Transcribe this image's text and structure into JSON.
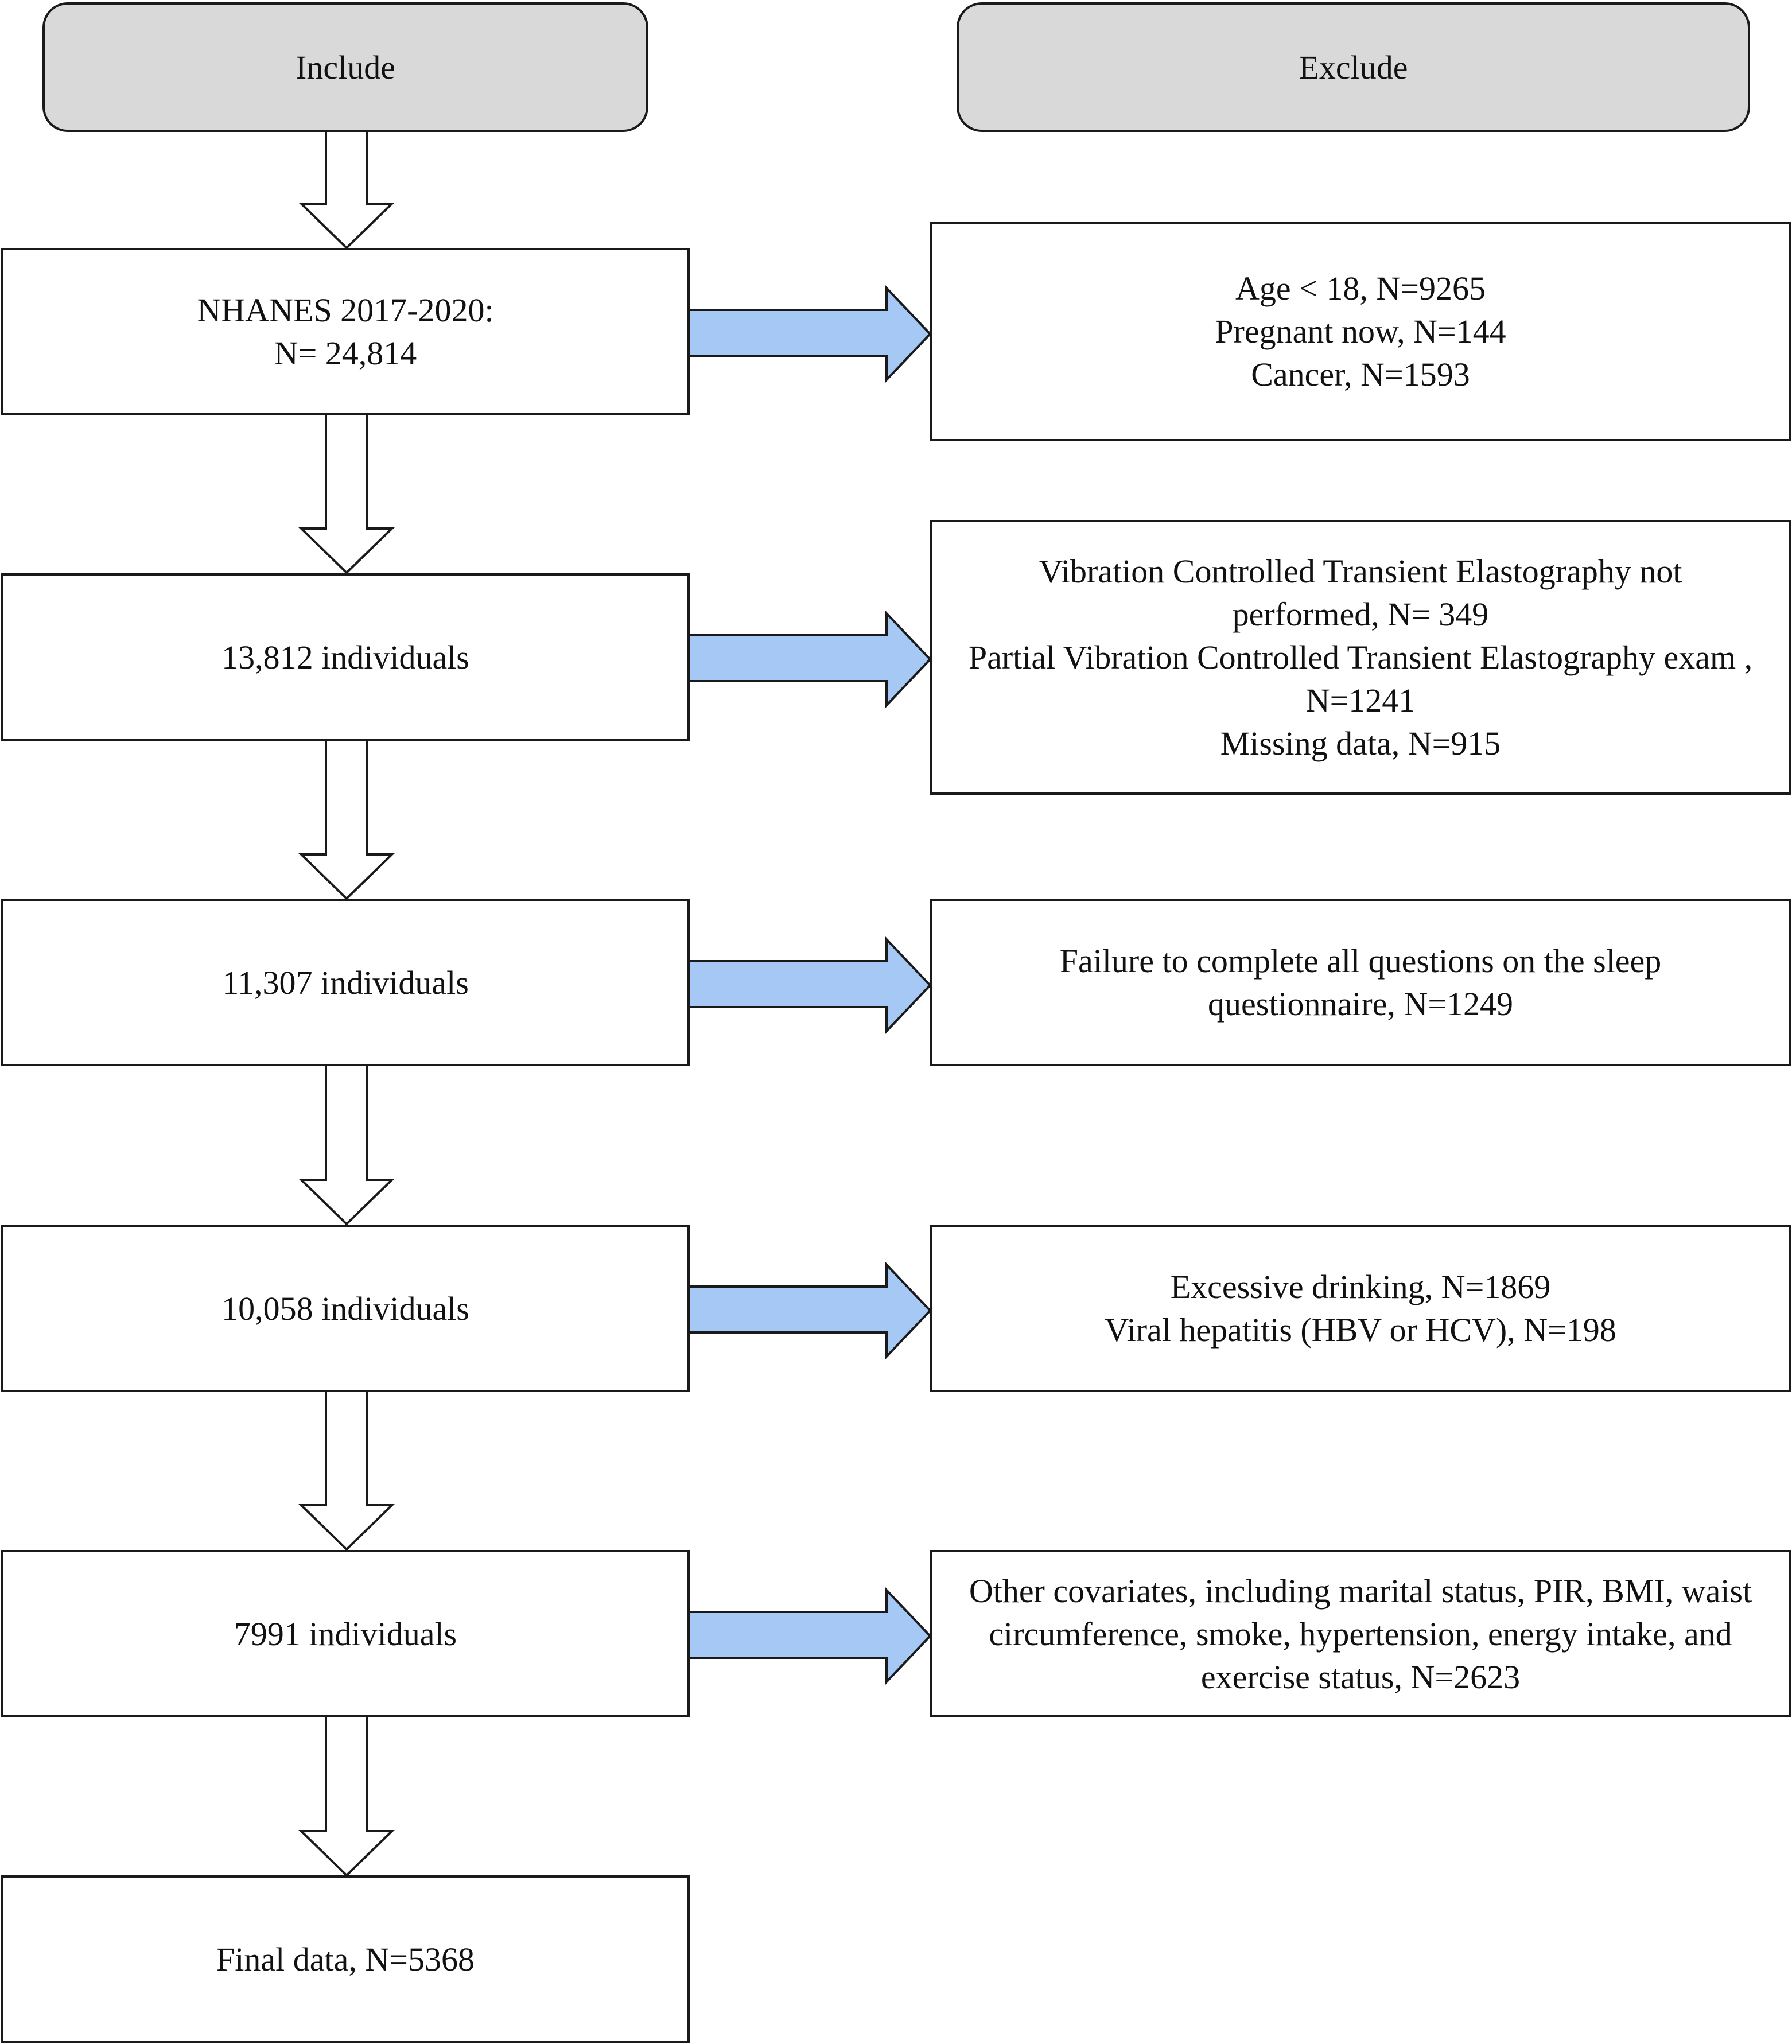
{
  "colors": {
    "header_fill": "#d9d9d9",
    "box_border": "#1a1a1a",
    "right_arrow_fill": "#a6c8f5",
    "down_arrow_fill": "#ffffff"
  },
  "headers": {
    "include": "Include",
    "exclude": "Exclude"
  },
  "include_steps": [
    {
      "lines": [
        "NHANES 2017-2020:",
        "N= 24,814"
      ]
    },
    {
      "lines": [
        "13,812  individuals"
      ]
    },
    {
      "lines": [
        "11,307 individuals"
      ]
    },
    {
      "lines": [
        "10,058 individuals"
      ]
    },
    {
      "lines": [
        "7991 individuals"
      ]
    },
    {
      "lines": [
        "Final data, N=5368"
      ]
    }
  ],
  "exclusions": [
    {
      "lines": [
        "Age < 18, N=9265",
        "Pregnant now, N=144",
        "Cancer, N=1593"
      ]
    },
    {
      "lines": [
        "Vibration Controlled Transient Elastography not",
        "performed, N= 349",
        "Partial Vibration Controlled Transient Elastography exam ,",
        "N=1241",
        "Missing data, N=915"
      ]
    },
    {
      "lines": [
        "Failure to complete all questions on the sleep",
        "questionnaire, N=1249"
      ]
    },
    {
      "lines": [
        "Excessive drinking, N=1869",
        "Viral hepatitis (HBV or HCV), N=198"
      ]
    },
    {
      "lines": [
        "Other covariates, including marital status, PIR, BMI, waist",
        "circumference, smoke, hypertension, energy intake, and",
        "exercise status, N=2623"
      ]
    }
  ]
}
